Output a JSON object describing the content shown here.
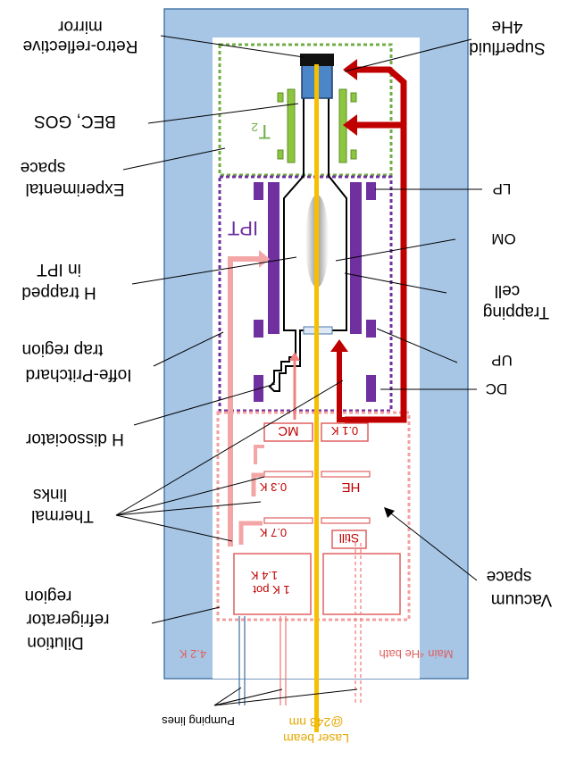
{
  "labels": {
    "mirror": "mirror",
    "retro": "Retro-reflective",
    "superfluid": "Superfluid",
    "he4": "4He",
    "bec": "BEC, GOS",
    "space1": "space",
    "experimental": "Experimental",
    "t2": "T₂",
    "lp": "LP",
    "ipt": "IPT",
    "h_trapped_1": "H trapped",
    "h_trapped_2": "in IPT",
    "om": "OM",
    "cell": "cell",
    "trapping": "Trapping",
    "trap_region": "trap region",
    "ioffe": "Ioffe-Pritchard",
    "up": "UP",
    "dc": "DC",
    "h_diss": "H dissociator",
    "mc": "MC",
    "t01": "0.1 K",
    "links": "links",
    "thermal": "Thermal",
    "t03": "0.3 K",
    "he": "HE",
    "t07": "0.7 K",
    "still": "Still",
    "vacuum_space": "space",
    "vacuum": "Vacuum",
    "region": "region",
    "refrigerator": "refrigerator",
    "dilution": "Dilution",
    "t14": "1.4 K",
    "pot": "1 K pot",
    "t42": "4.2 K",
    "main_bath": "Main ⁴He bath",
    "pumping": "Pumping lines",
    "laser_nm": "@243 nm",
    "laser_beam": "Laser beam"
  },
  "colors": {
    "bath": "#a7c6e6",
    "laser": "#f5c000",
    "dark_red": "#c00000",
    "light_red": "#f08080",
    "purple": "#7030a0",
    "green": "#8cc63f",
    "mirror_blue": "#4a86c8"
  }
}
